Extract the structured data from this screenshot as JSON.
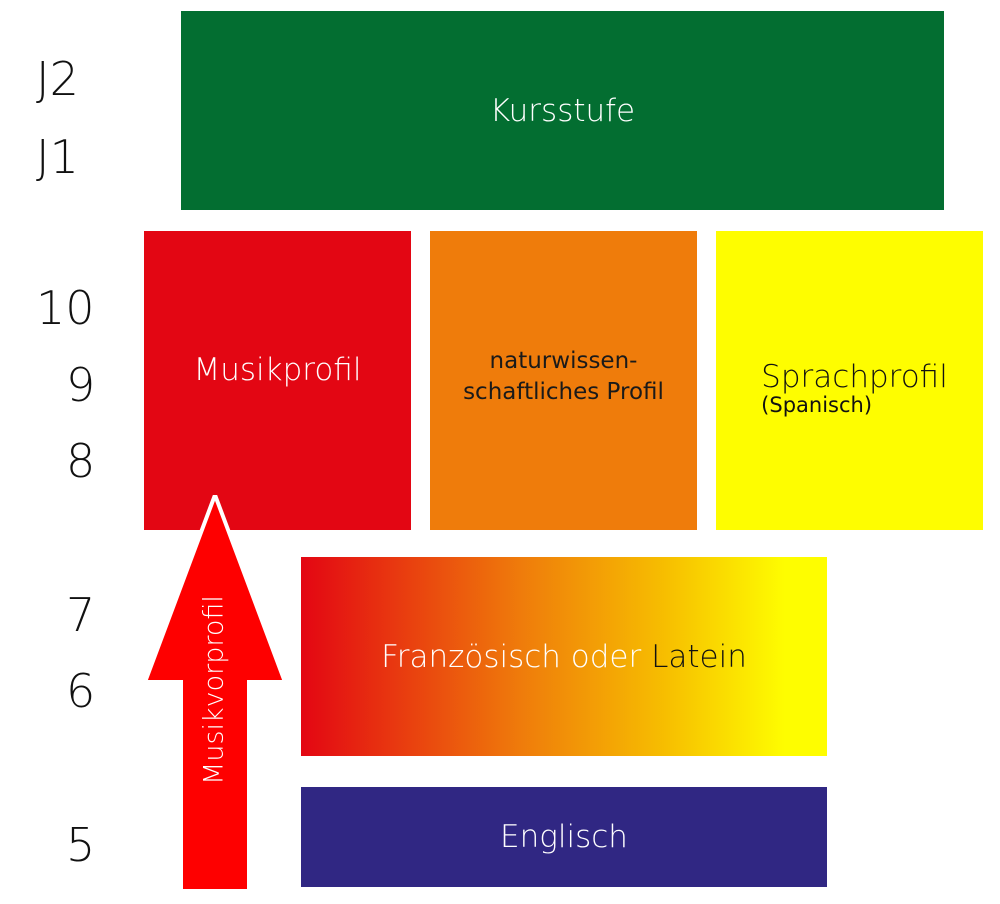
{
  "grades": {
    "j2": "J2",
    "j1": "J1",
    "g10": "10",
    "g9": "9",
    "g8": "8",
    "g7": "7",
    "g6": "6",
    "g5": "5"
  },
  "boxes": {
    "kursstufe": "Kursstufe",
    "musikprofil": "Musikprofil",
    "naturwissenschaftlich_line1": "naturwissen-",
    "naturwissenschaftlich_line2": "schaftliches Profil",
    "sprachprofil": "Sprachprofil",
    "sprachprofil_sub": "(Spanisch)",
    "fremdsprache_part1": "Französisch oder ",
    "fremdsprache_part2": "Latein",
    "englisch": "Englisch"
  },
  "arrow": {
    "label": "Musikvorprofil"
  },
  "colors": {
    "kursstufe": "#036e31",
    "musikprofil": "#e30613",
    "naturwissenschaftlich": "#ef7c0b",
    "sprachprofil": "#fefd00",
    "englisch": "#302783",
    "arrow": "#fe0000"
  }
}
